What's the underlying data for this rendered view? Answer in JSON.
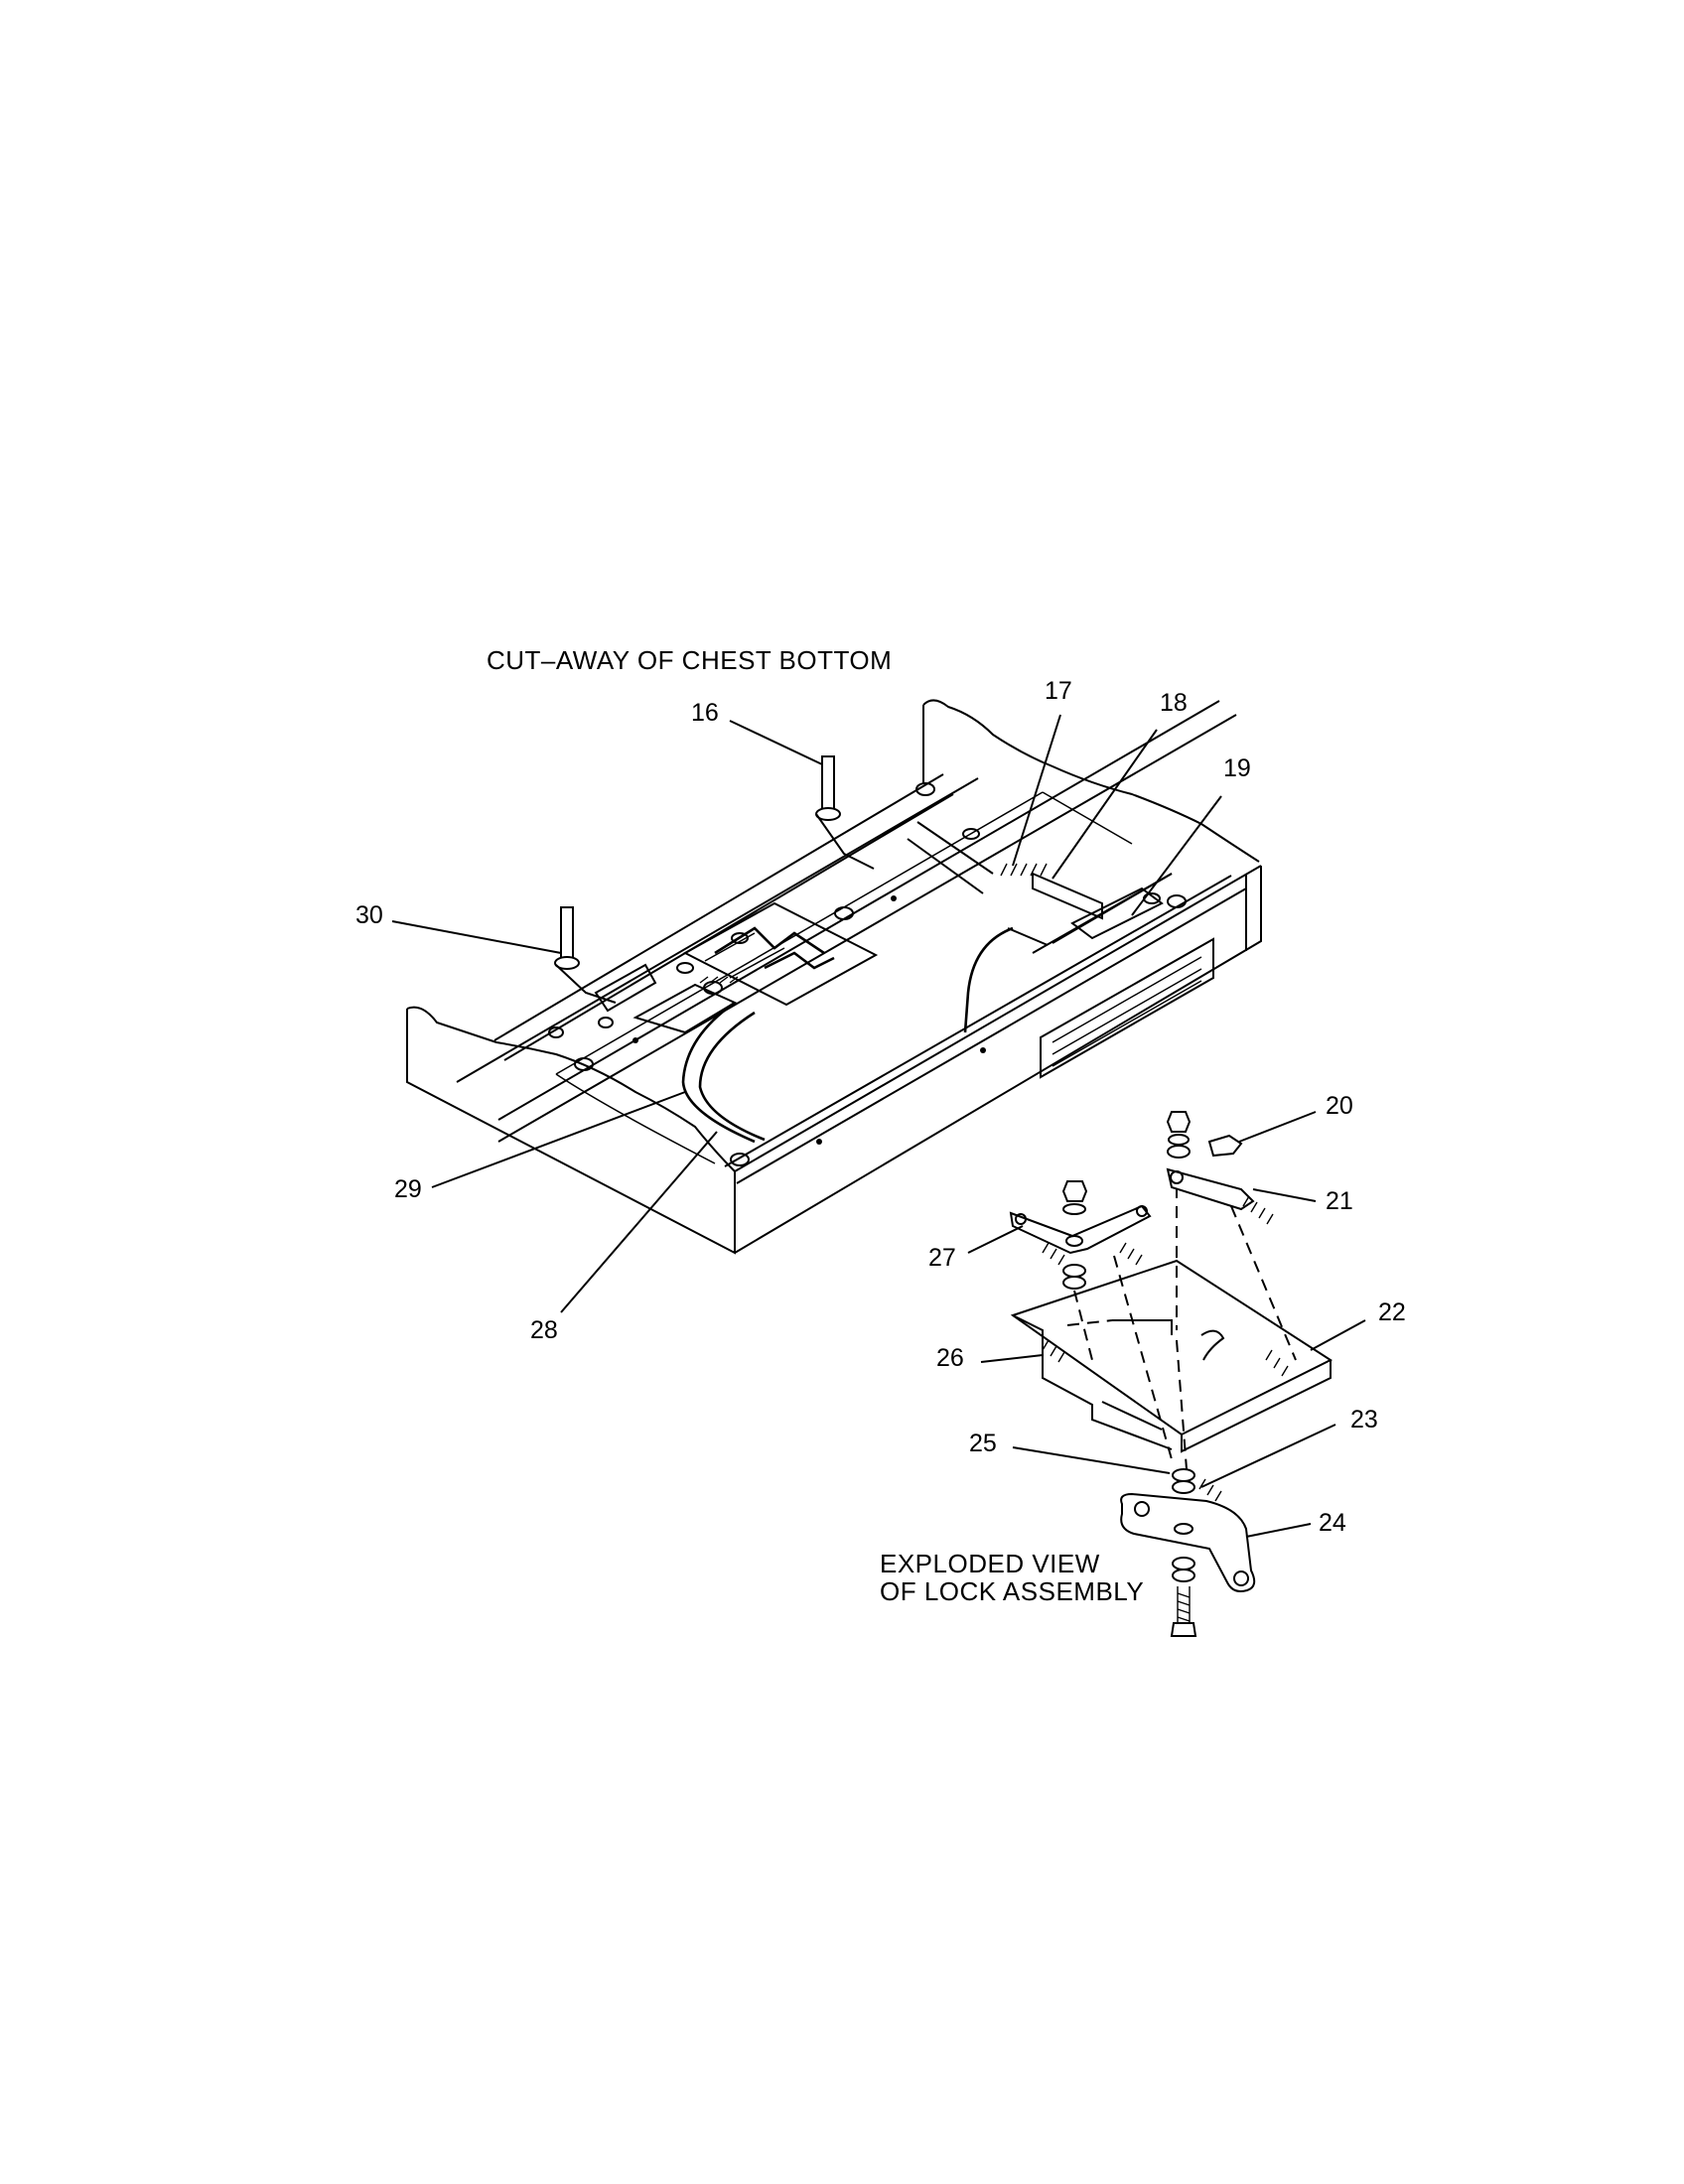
{
  "captions": {
    "cutaway": "CUT–AWAY OF CHEST BOTTOM",
    "exploded_line1": "EXPLODED VIEW",
    "exploded_line2": "OF LOCK ASSEMBLY"
  },
  "parts": [
    {
      "id": "16",
      "label": "16"
    },
    {
      "id": "17",
      "label": "17"
    },
    {
      "id": "18",
      "label": "18"
    },
    {
      "id": "19",
      "label": "19"
    },
    {
      "id": "20",
      "label": "20"
    },
    {
      "id": "21",
      "label": "21"
    },
    {
      "id": "22",
      "label": "22"
    },
    {
      "id": "23",
      "label": "23"
    },
    {
      "id": "24",
      "label": "24"
    },
    {
      "id": "25",
      "label": "25"
    },
    {
      "id": "26",
      "label": "26"
    },
    {
      "id": "27",
      "label": "27"
    },
    {
      "id": "28",
      "label": "28"
    },
    {
      "id": "29",
      "label": "29"
    },
    {
      "id": "30",
      "label": "30"
    }
  ]
}
